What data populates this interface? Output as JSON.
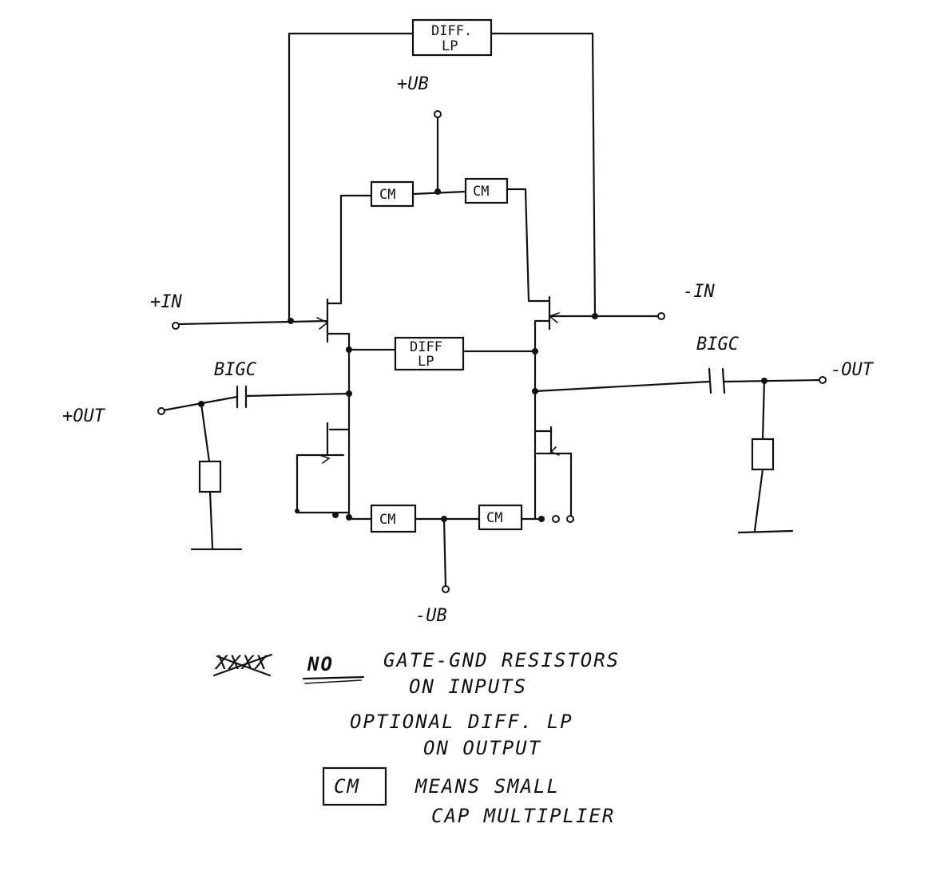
{
  "labels": {
    "plus_in": "+IN",
    "minus_in": "-IN",
    "plus_out": "+OUT",
    "minus_out": "-OUT",
    "plus_ub": "+UB",
    "minus_ub": "-UB",
    "bigc_left": "BIGC",
    "bigc_right": "BIGC"
  },
  "blocks": {
    "diff_lp_top_line1": "DIFF.",
    "diff_lp_top_line2": "LP",
    "diff_lp_mid_line1": "DIFF",
    "diff_lp_mid_line2": "LP",
    "cm": "CM"
  },
  "notes": {
    "struck_word": "XXXX",
    "line1_no": "NO",
    "line1_rest": "GATE-GND RESISTORS",
    "line2": "ON INPUTS",
    "line3": "OPTIONAL DIFF. LP",
    "line4": "ON OUTPUT",
    "legend_box": "CM",
    "line5": "MEANS SMALL",
    "line6": "CAP MULTIPLIER"
  }
}
